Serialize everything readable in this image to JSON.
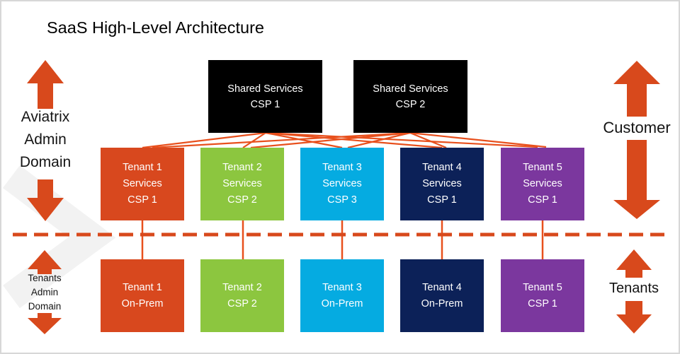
{
  "title": "SaaS High-Level Architecture",
  "colors": {
    "accent": "#D8491C",
    "line": "#E8501D",
    "black": "#000000",
    "orange": "#D8481E",
    "green": "#8CC63F",
    "blue": "#05ABE1",
    "navy": "#0C2158",
    "purple": "#7B379E",
    "text_on_box": "#FFFFFF"
  },
  "shared_services": [
    {
      "lines": [
        "Shared Services",
        "CSP 1"
      ]
    },
    {
      "lines": [
        "Shared Services",
        "CSP 2"
      ]
    }
  ],
  "tenant_services": [
    {
      "lines": [
        "Tenant 1",
        "Services",
        "CSP 1"
      ],
      "color": "#D8481E"
    },
    {
      "lines": [
        "Tenant 2",
        "Services",
        "CSP 2"
      ],
      "color": "#8CC63F"
    },
    {
      "lines": [
        "Tenant 3",
        "Services",
        "CSP 3"
      ],
      "color": "#05ABE1"
    },
    {
      "lines": [
        "Tenant 4",
        "Services",
        "CSP 1"
      ],
      "color": "#0C2158"
    },
    {
      "lines": [
        "Tenant 5",
        "Services",
        "CSP 1"
      ],
      "color": "#7B379E"
    }
  ],
  "tenant_onprem": [
    {
      "lines": [
        "Tenant 1",
        "On-Prem"
      ],
      "color": "#D8481E"
    },
    {
      "lines": [
        "Tenant 2",
        "CSP 2"
      ],
      "color": "#8CC63F"
    },
    {
      "lines": [
        "Tenant 3",
        "On-Prem"
      ],
      "color": "#05ABE1"
    },
    {
      "lines": [
        "Tenant 4",
        "On-Prem"
      ],
      "color": "#0C2158"
    },
    {
      "lines": [
        "Tenant 5",
        "CSP 1"
      ],
      "color": "#7B379E"
    }
  ],
  "side_labels": {
    "aviatrix_admin_domain": [
      "Aviatrix",
      "Admin",
      "Domain"
    ],
    "tenants_admin_domain": [
      "Tenants",
      "Admin",
      "Domain"
    ],
    "customer": "Customer",
    "tenants": "Tenants"
  }
}
